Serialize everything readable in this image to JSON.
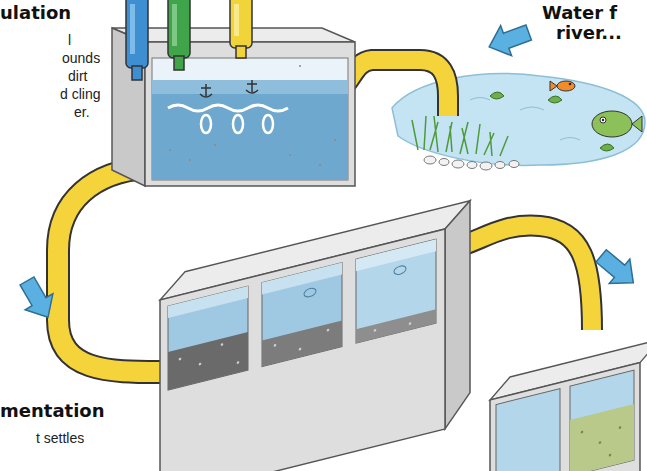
{
  "diagram": {
    "labels": [
      "ulation",
      "l",
      "ounds",
      "dirt",
      "d cling",
      "er.",
      "Water f",
      "river...",
      "mentation",
      "t settles"
    ]
  }
}
